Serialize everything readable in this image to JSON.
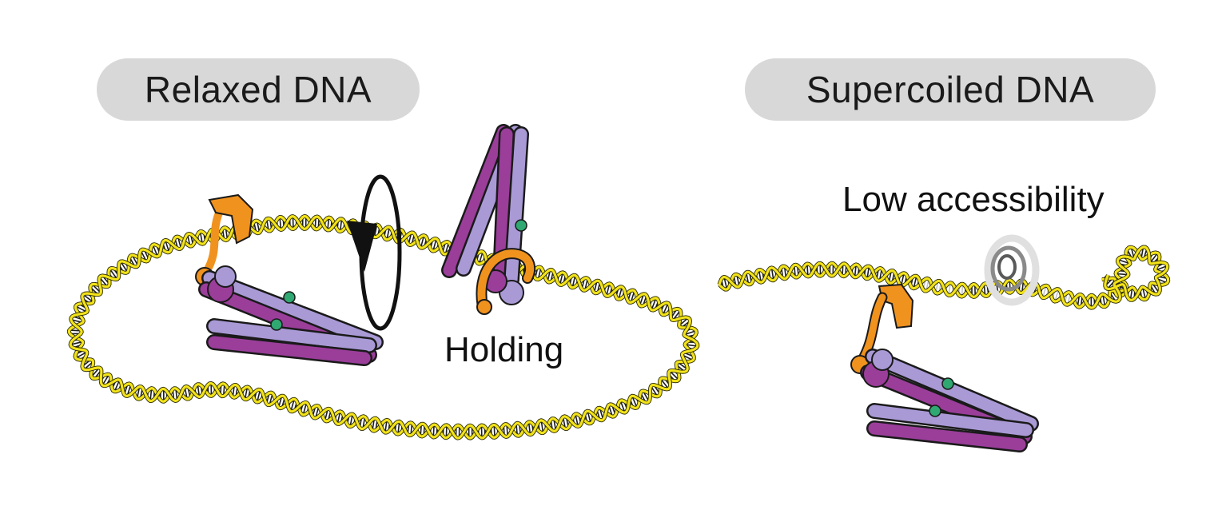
{
  "panels": {
    "left": {
      "title": "Relaxed DNA",
      "annotation": "Holding"
    },
    "right": {
      "title": "Supercoiled DNA",
      "annotation": "Low accessibility"
    }
  },
  "colors": {
    "dna_outer": "#f2e21a",
    "dna_rung": "#1c1c1c",
    "purple": "#9a3e9a",
    "lavender": "#a99ad6",
    "orange": "#f0921e",
    "green": "#2fa872",
    "pill": "#d8d8d8",
    "ghost_ring": "#8a8a8a"
  },
  "icons": {
    "rotation": "rotation-arrow-icon",
    "target": "target-rings-icon"
  }
}
